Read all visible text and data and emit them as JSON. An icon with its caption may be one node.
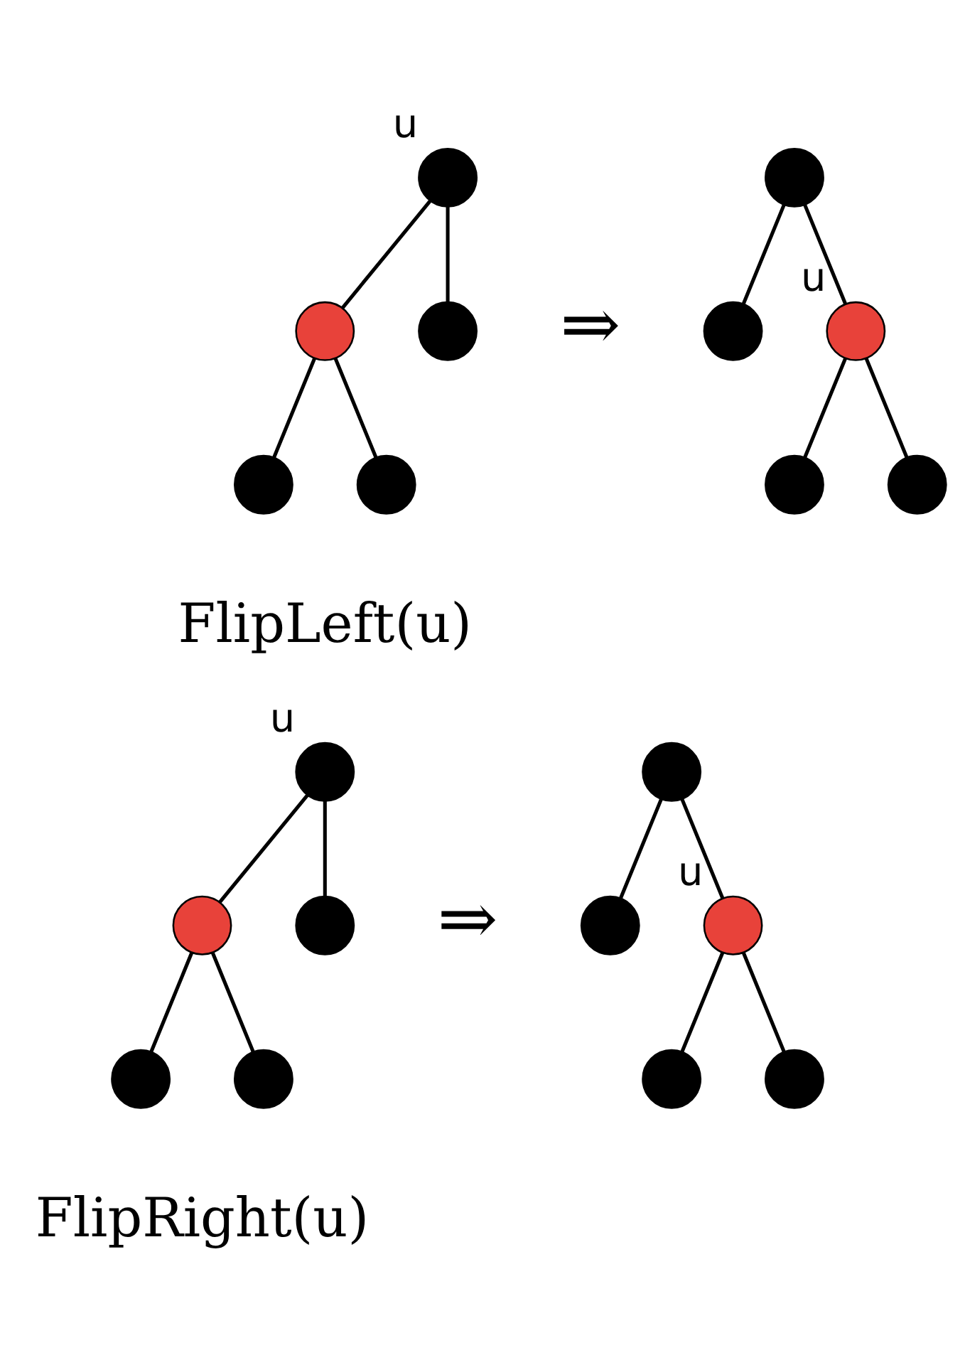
{
  "diagram": {
    "nodes": [
      {
        "text": [],
        "shape": "circle",
        "beside": [
          "u"
        ]
      },
      {
        "text": [],
        "shape": "circle"
      },
      {
        "text": [],
        "shape": "circle"
      },
      {
        "text": [],
        "shape": "circle"
      },
      {
        "text": [],
        "shape": "circle"
      },
      {
        "text": [],
        "shape": "circle"
      },
      {
        "text": [],
        "shape": "circle",
        "beside": [
          "u"
        ]
      },
      {
        "text": [],
        "shape": "circle"
      },
      {
        "text": [],
        "shape": "circle"
      },
      {
        "text": [],
        "shape": "circle"
      },
      {
        "text": [],
        "shape": "circle",
        "beside": [
          "u"
        ]
      },
      {
        "text": [],
        "shape": "circle"
      },
      {
        "text": [],
        "shape": "circle"
      },
      {
        "text": [],
        "shape": "circle"
      },
      {
        "text": [],
        "shape": "circle"
      },
      {
        "text": [],
        "shape": "circle"
      },
      {
        "text": [],
        "shape": "circle"
      },
      {
        "text": [],
        "shape": "circle",
        "beside": [
          "u"
        ]
      },
      {
        "text": [],
        "shape": "circle"
      },
      {
        "text": [],
        "shape": "circle"
      }
    ],
    "edges": [
      {
        "from": 0,
        "to": 1,
        "arrow": "none"
      },
      {
        "from": 0,
        "to": 2,
        "arrow": "none"
      },
      {
        "from": 2,
        "to": 3,
        "arrow": "none"
      },
      {
        "from": 2,
        "to": 4,
        "arrow": "none"
      },
      {
        "from": 5,
        "to": 6,
        "arrow": "none"
      },
      {
        "from": 5,
        "to": 7,
        "arrow": "none"
      },
      {
        "from": 6,
        "to": 8,
        "arrow": "none"
      },
      {
        "from": 6,
        "to": 9,
        "arrow": "none"
      },
      {
        "from": 10,
        "to": 11,
        "arrow": "none"
      },
      {
        "from": 10,
        "to": 12,
        "arrow": "none"
      },
      {
        "from": 11,
        "to": 13,
        "arrow": "none"
      },
      {
        "from": 11,
        "to": 14,
        "arrow": "none"
      },
      {
        "from": 15,
        "to": 16,
        "arrow": "none"
      },
      {
        "from": 15,
        "to": 17,
        "arrow": "none"
      },
      {
        "from": 17,
        "to": 18,
        "arrow": "none"
      },
      {
        "from": 17,
        "to": 19,
        "arrow": "none"
      }
    ],
    "labels": [
      "⇒",
      "FlipLeft(u)",
      "⇒",
      "FlipRight(u)"
    ]
  }
}
